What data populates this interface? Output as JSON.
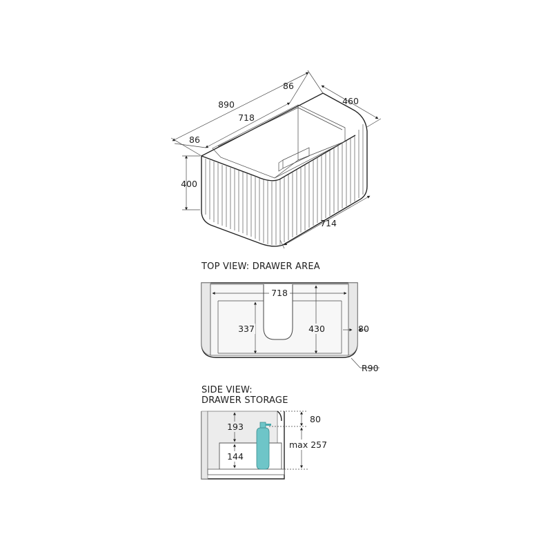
{
  "iso_view": {
    "dims": {
      "width": "890",
      "side_left": "86",
      "side_right": "86",
      "drawer_width": "718",
      "depth": "460",
      "height": "400",
      "front": "714"
    }
  },
  "top_view": {
    "title": "TOP VIEW: DRAWER AREA",
    "dims": {
      "width": "718",
      "depth_left": "337",
      "depth_right": "430",
      "side_gap": "80",
      "radius": "R90"
    }
  },
  "side_view": {
    "title_line1": "SIDE VIEW:",
    "title_line2": "DRAWER STORAGE",
    "dims": {
      "upper": "193",
      "lower": "144",
      "top_gap": "80",
      "max_height": "max 257"
    },
    "bottle_color": "#6ec5c8"
  }
}
